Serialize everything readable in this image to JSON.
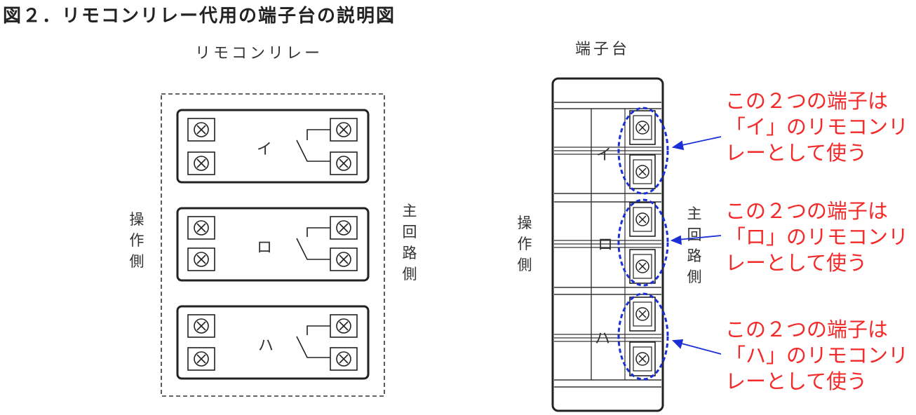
{
  "title": "図２．リモコンリレー代用の端子台の説明図",
  "relay": {
    "heading": "リモコンリレー",
    "left_side": [
      "操",
      "作",
      "側"
    ],
    "right_side": [
      "主",
      "回",
      "路",
      "側"
    ],
    "units": [
      {
        "label": "イ"
      },
      {
        "label": "ロ"
      },
      {
        "label": "ハ"
      }
    ]
  },
  "terminal_block": {
    "heading": "端子台",
    "left_side": [
      "操",
      "作",
      "側"
    ],
    "right_side": [
      "主",
      "回",
      "路",
      "側"
    ],
    "rows": [
      {
        "label": "イ"
      },
      {
        "label": "ロ"
      },
      {
        "label": "ハ"
      }
    ]
  },
  "notes": [
    {
      "line1": "この２つの端子は",
      "line2": "「イ」のリモコンリ",
      "line3": "レーとして使う"
    },
    {
      "line1": "この２つの端子は",
      "line2": "「ロ」のリモコンリ",
      "line3": "レーとして使う"
    },
    {
      "line1": "この２つの端子は",
      "line2": "「ハ」のリモコンリ",
      "line3": "レーとして使う"
    }
  ],
  "colors": {
    "note_text": "#f22a2a",
    "highlight": "#1a2fd6",
    "line": "#222222"
  }
}
